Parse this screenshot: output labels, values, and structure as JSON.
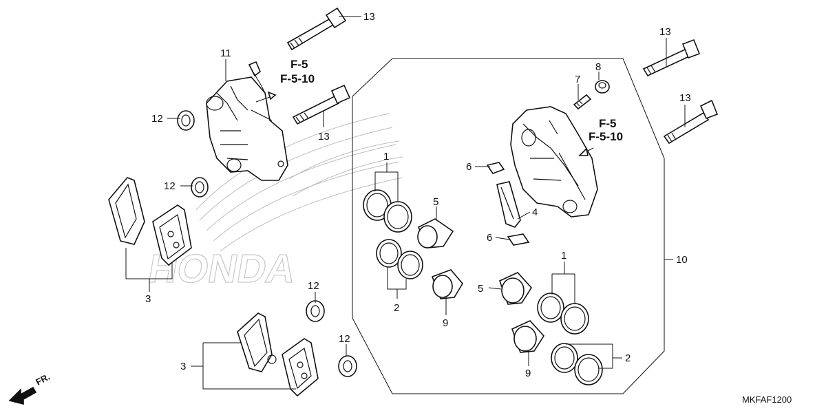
{
  "diagram_code": "MKFAF1200",
  "front_marker": "FR.",
  "watermark_text": "HONDA",
  "references": [
    {
      "id": "ref-left-1",
      "label": "F-5"
    },
    {
      "id": "ref-left-2",
      "label": "F-5-10"
    },
    {
      "id": "ref-right-1",
      "label": "F-5"
    },
    {
      "id": "ref-right-2",
      "label": "F-5-10"
    }
  ],
  "callouts": [
    {
      "id": "13a",
      "label": "13"
    },
    {
      "id": "11",
      "label": "11"
    },
    {
      "id": "12a",
      "label": "12"
    },
    {
      "id": "13b",
      "label": "13"
    },
    {
      "id": "12b",
      "label": "12"
    },
    {
      "id": "3a",
      "label": "3"
    },
    {
      "id": "12c",
      "label": "12"
    },
    {
      "id": "12d",
      "label": "12"
    },
    {
      "id": "3b",
      "label": "3"
    },
    {
      "id": "1a",
      "label": "1"
    },
    {
      "id": "5a",
      "label": "5"
    },
    {
      "id": "2a",
      "label": "2"
    },
    {
      "id": "9a",
      "label": "9"
    },
    {
      "id": "13c",
      "label": "13"
    },
    {
      "id": "8",
      "label": "8"
    },
    {
      "id": "7",
      "label": "7"
    },
    {
      "id": "13d",
      "label": "13"
    },
    {
      "id": "6a",
      "label": "6"
    },
    {
      "id": "4",
      "label": "4"
    },
    {
      "id": "6b",
      "label": "6"
    },
    {
      "id": "10",
      "label": "10"
    },
    {
      "id": "1b",
      "label": "1"
    },
    {
      "id": "5b",
      "label": "5"
    },
    {
      "id": "2b",
      "label": "2"
    },
    {
      "id": "9b",
      "label": "9"
    }
  ]
}
